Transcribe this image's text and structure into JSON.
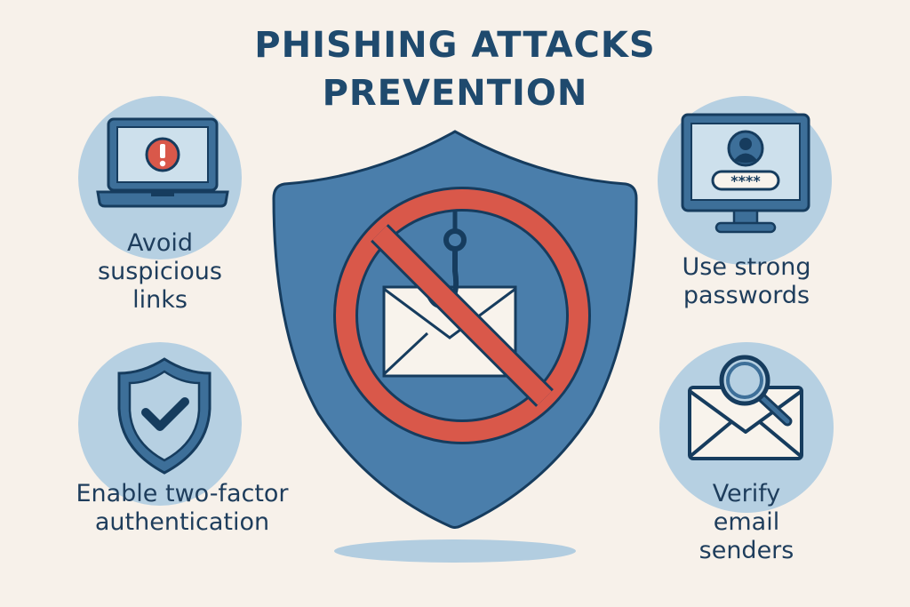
{
  "title": {
    "line1": "PHISHING ATTACKS",
    "line2": "PREVENTION"
  },
  "tips": [
    {
      "id": "avoid-links",
      "icon": "laptop-warning-icon",
      "lines": [
        "Avoid",
        "suspicious",
        "links"
      ]
    },
    {
      "id": "strong-passwords",
      "icon": "monitor-password-icon",
      "lines": [
        "Use strong",
        "passwords"
      ]
    },
    {
      "id": "two-factor",
      "icon": "shield-check-icon",
      "lines": [
        "Enable two-factor",
        "authentication"
      ]
    },
    {
      "id": "verify-senders",
      "icon": "envelope-magnifier-icon",
      "lines": [
        "Verify",
        "email",
        "senders"
      ]
    }
  ],
  "center": {
    "icon": "shield-no-phishing-icon",
    "password_mask": "****"
  },
  "colors": {
    "background": "#f7f1ea",
    "title": "#1f4a6e",
    "circle": "#b6d0e2",
    "shield_blue": "#4a7eab",
    "outline": "#163c5e",
    "red": "#d9584a",
    "screen": "#cde0ec",
    "envelope": "#f8f3ec"
  }
}
